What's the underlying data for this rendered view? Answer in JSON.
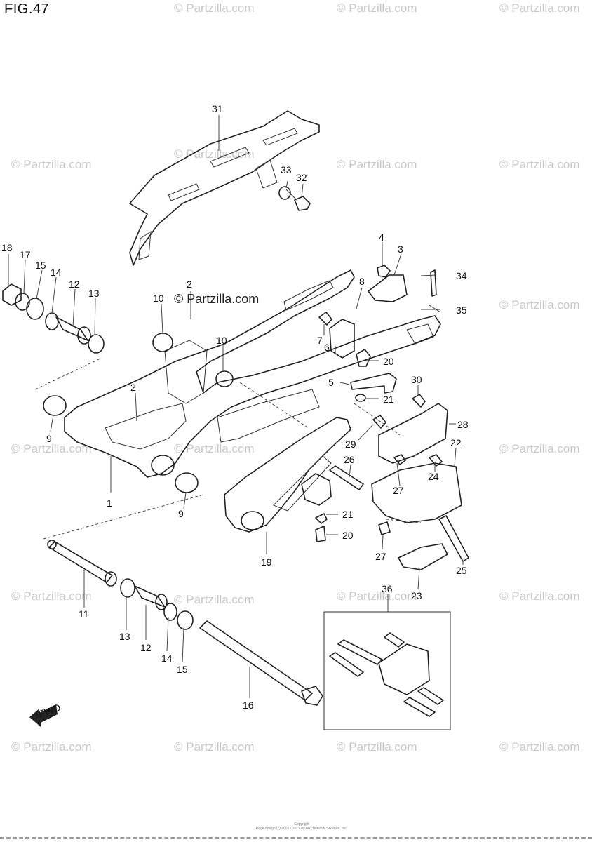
{
  "figure": {
    "title": "FIG.47",
    "watermark": "© Partzilla.com",
    "watermark_center": "© Partzilla.com",
    "copyright": [
      "Copyright",
      "Page design (c) 2001 - 2017 by ARI Network Services, Inc."
    ],
    "front_arrow_label": "FWD"
  },
  "part_callouts": [
    "1",
    "2",
    "2",
    "3",
    "4",
    "5",
    "6",
    "7",
    "8",
    "9",
    "9",
    "10",
    "10",
    "11",
    "12",
    "12",
    "13",
    "13",
    "14",
    "14",
    "15",
    "15",
    "16",
    "17",
    "18",
    "19",
    "20",
    "20",
    "21",
    "21",
    "22",
    "23",
    "24",
    "25",
    "26",
    "27",
    "27",
    "28",
    "29",
    "30",
    "31",
    "32",
    "33",
    "34",
    "35",
    "36"
  ],
  "colors": {
    "line": "#222222",
    "watermark": "#c8c8c8",
    "background": "#ffffff"
  }
}
